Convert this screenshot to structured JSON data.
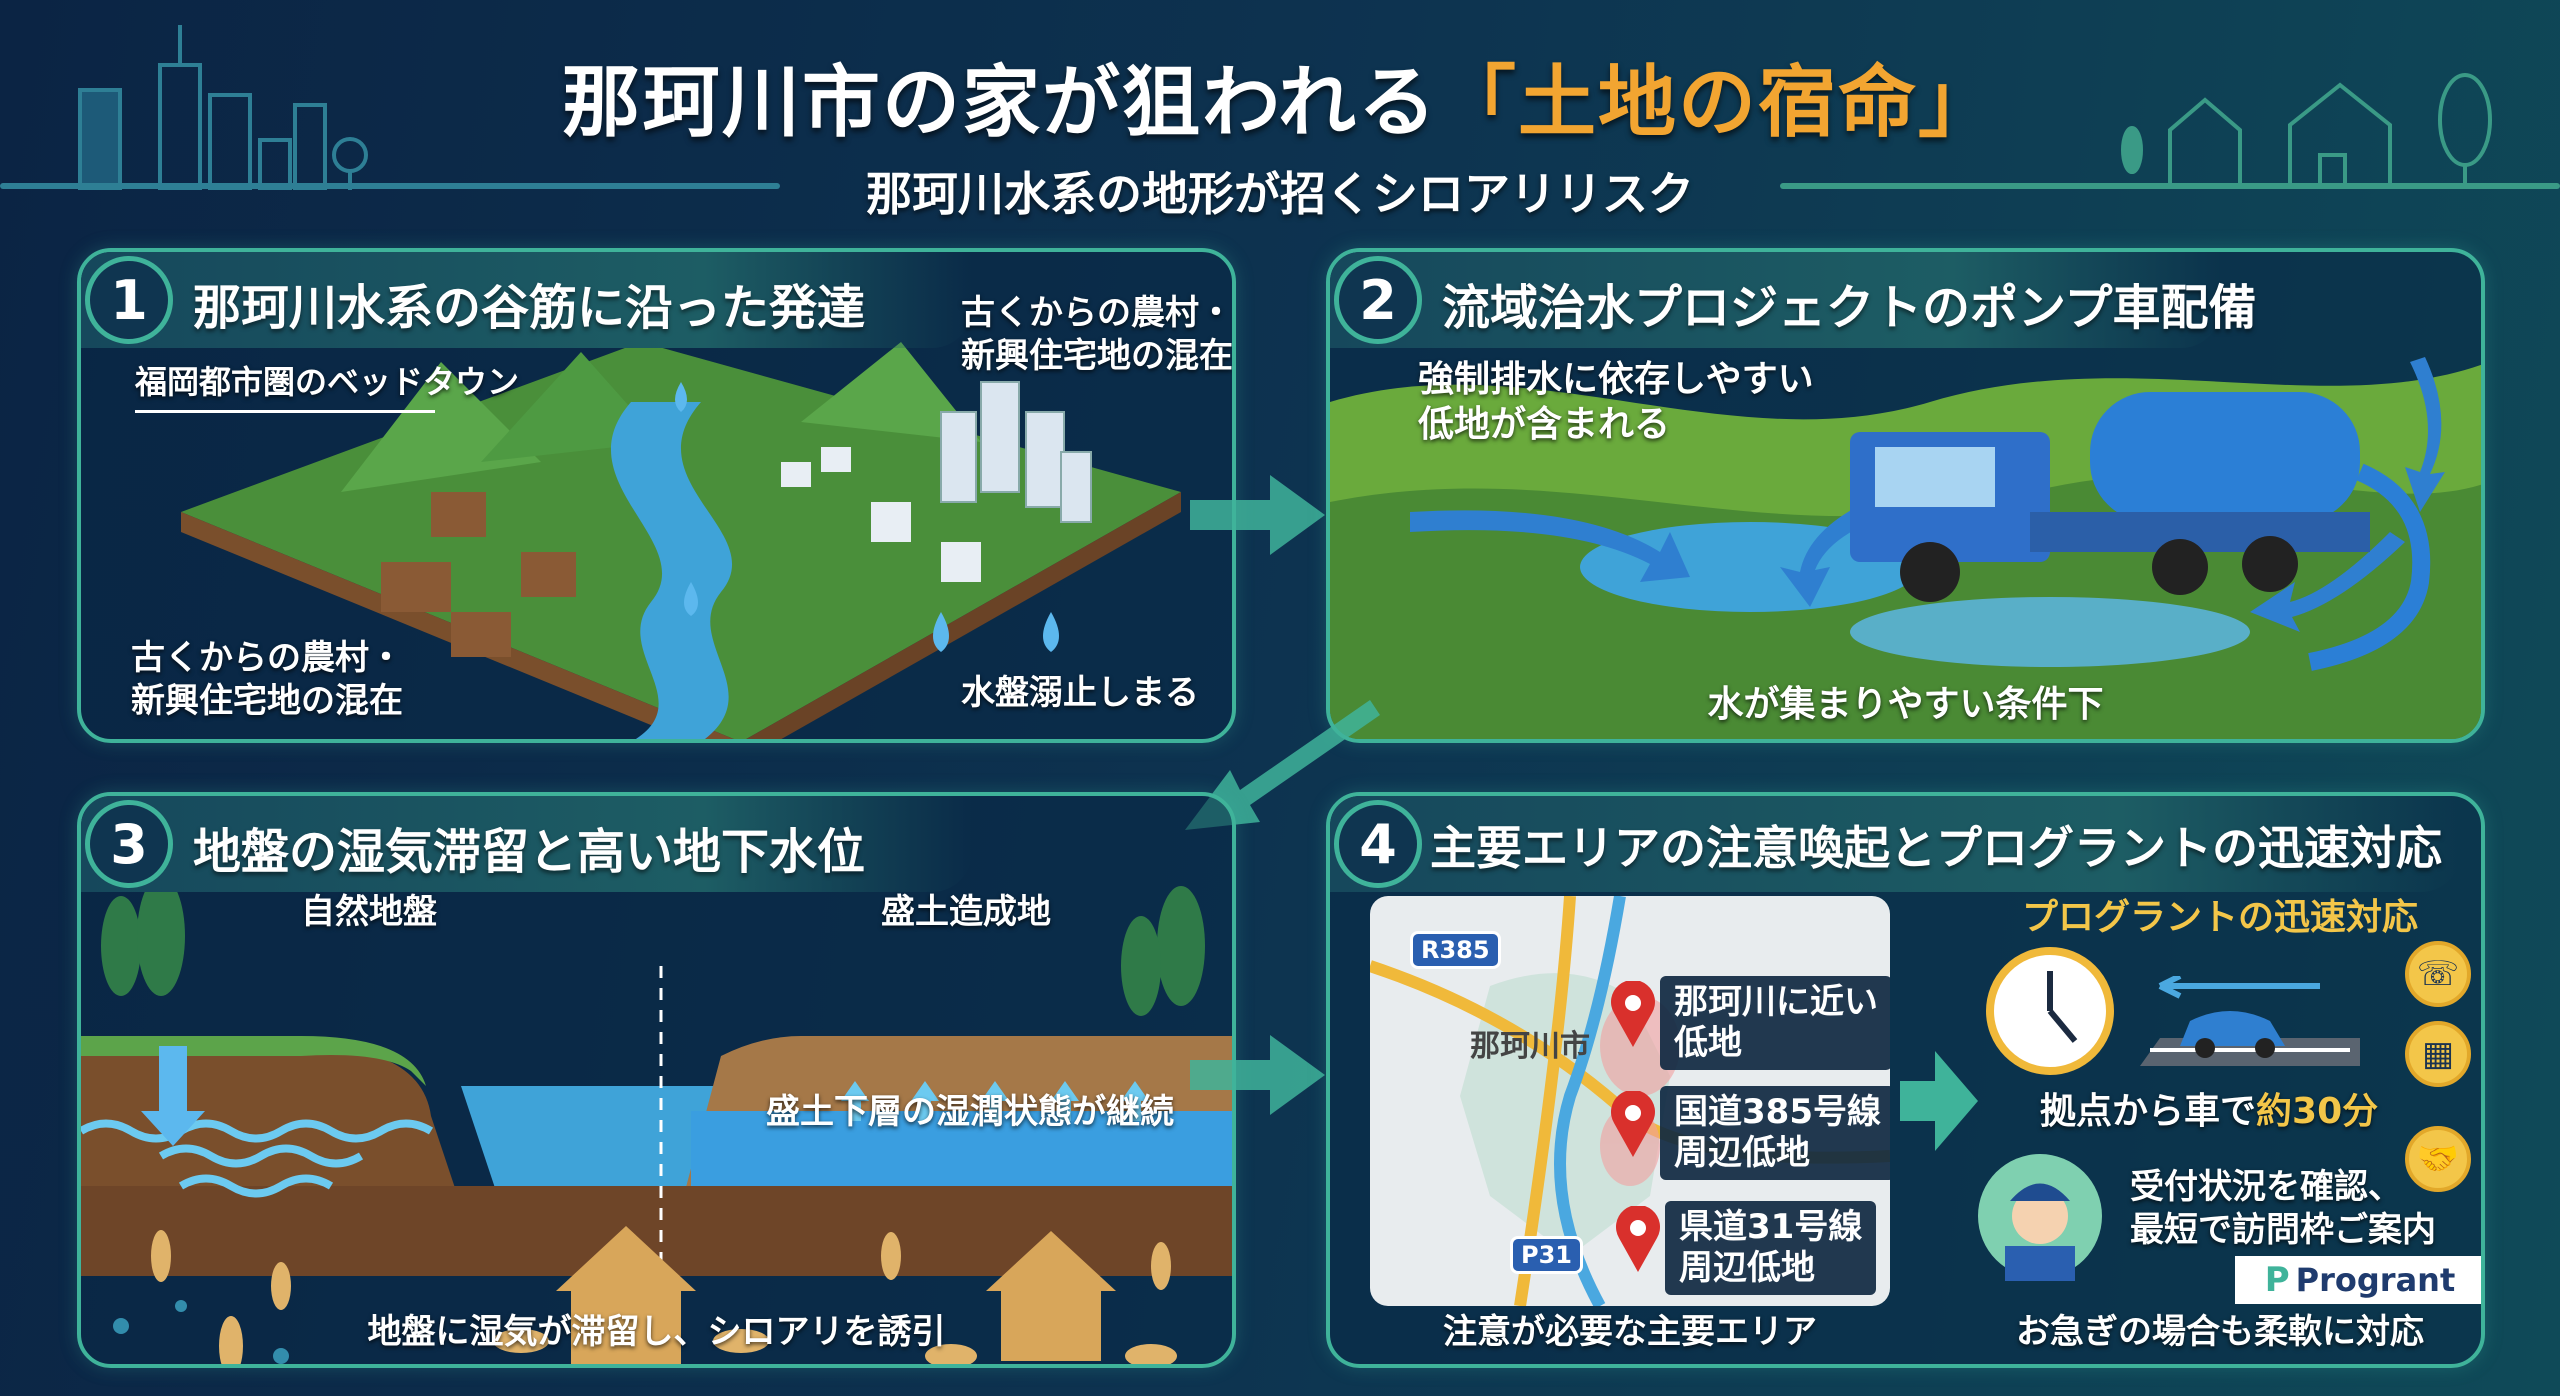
{
  "header": {
    "title_main": "那珂川市の家が狙われる",
    "title_highlight": "「土地の宿命」",
    "subtitle": "那珂川水系の地形が招くシロアリリスク"
  },
  "colors": {
    "accent": "#f2a531",
    "panel_border": "#3fb39a",
    "water": "#3aa0e0",
    "pin": "#d9302c"
  },
  "panels": [
    {
      "number": "1",
      "title": "那珂川水系の谷筋に沿った発達",
      "labels": [
        "福岡都市圏のベッドタウン",
        "古くからの農村・\n新興住宅地の混在",
        "古くからの農村・\n新興住宅地の混在",
        "水盤溺止しまる"
      ]
    },
    {
      "number": "2",
      "title": "流域治水プロジェクトのポンプ車配備",
      "labels": [
        "強制排水に依存しやすい\n低地が含まれる",
        "水が集まりやすい条件下"
      ]
    },
    {
      "number": "3",
      "title": "地盤の湿気滞留と高い地下水位",
      "labels": [
        "自然地盤",
        "盛土造成地",
        "盛土下層の湿潤状態が継続",
        "地盤に湿気が滞留し、シロアリを誘引"
      ]
    },
    {
      "number": "4",
      "title": "主要エリアの注意喚起とプログラントの迅速対応",
      "map": {
        "city": "那珂川市",
        "road_signs": [
          "R385",
          "P31"
        ],
        "areas": [
          "那珂川に近い\n低地",
          "国道385号線\n周辺低地",
          "県道31号線\n周辺低地"
        ],
        "caption": "注意が必要な主要エリア"
      },
      "response": {
        "heading": "プログラントの迅速対応",
        "travel_prefix": "拠点から車で",
        "travel_time": "約30分",
        "reception": "受付状況を確認、\n最短で訪問枠ご案内",
        "brand": "Progrant",
        "caption": "お急ぎの場合も柔軟に対応",
        "icons": [
          "phone-icon",
          "calendar-icon",
          "handshake-icon"
        ]
      }
    }
  ]
}
